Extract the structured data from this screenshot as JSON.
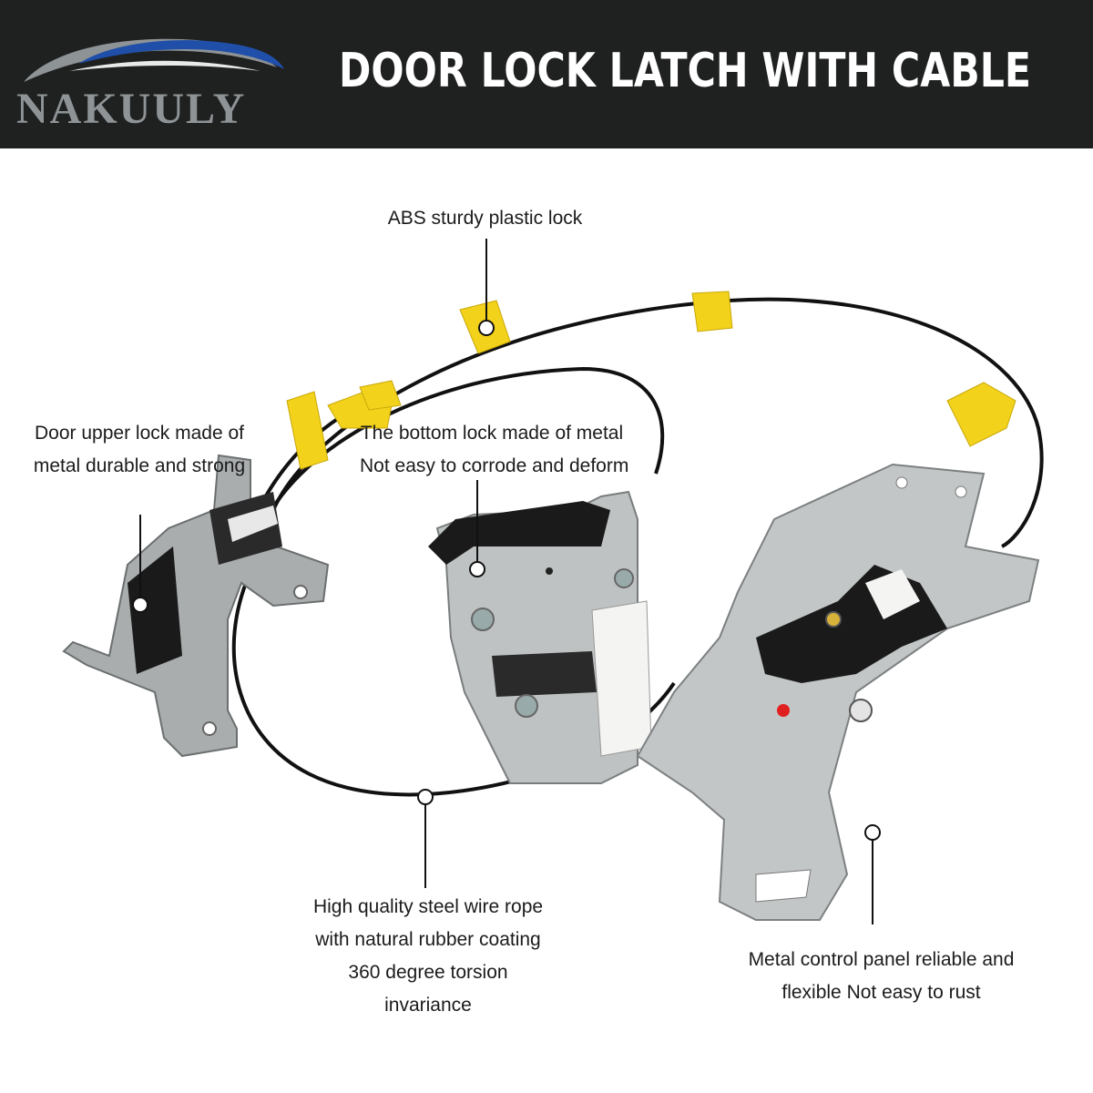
{
  "header": {
    "brand": "NAKUULY",
    "title": "DOOR LOCK LATCH WITH CABLE"
  },
  "callouts": {
    "abs_lock": "ABS sturdy plastic lock",
    "upper_lock": [
      "Door upper lock made of",
      "metal durable and strong"
    ],
    "bottom_lock": [
      "The bottom lock made of metal",
      "Not easy to corrode and deform"
    ],
    "wire_rope": [
      "High quality steel wire rope",
      "with natural rubber coating",
      "360 degree torsion",
      "invariance"
    ],
    "control_panel": [
      "Metal control panel reliable and",
      "flexible Not easy to rust"
    ]
  },
  "colors": {
    "header_bg": "#1f2020",
    "logo_swoosh": "#1f4fa8",
    "clip_yellow": "#f2d21a",
    "metal": "#b9bcbd",
    "cable": "#111111"
  }
}
